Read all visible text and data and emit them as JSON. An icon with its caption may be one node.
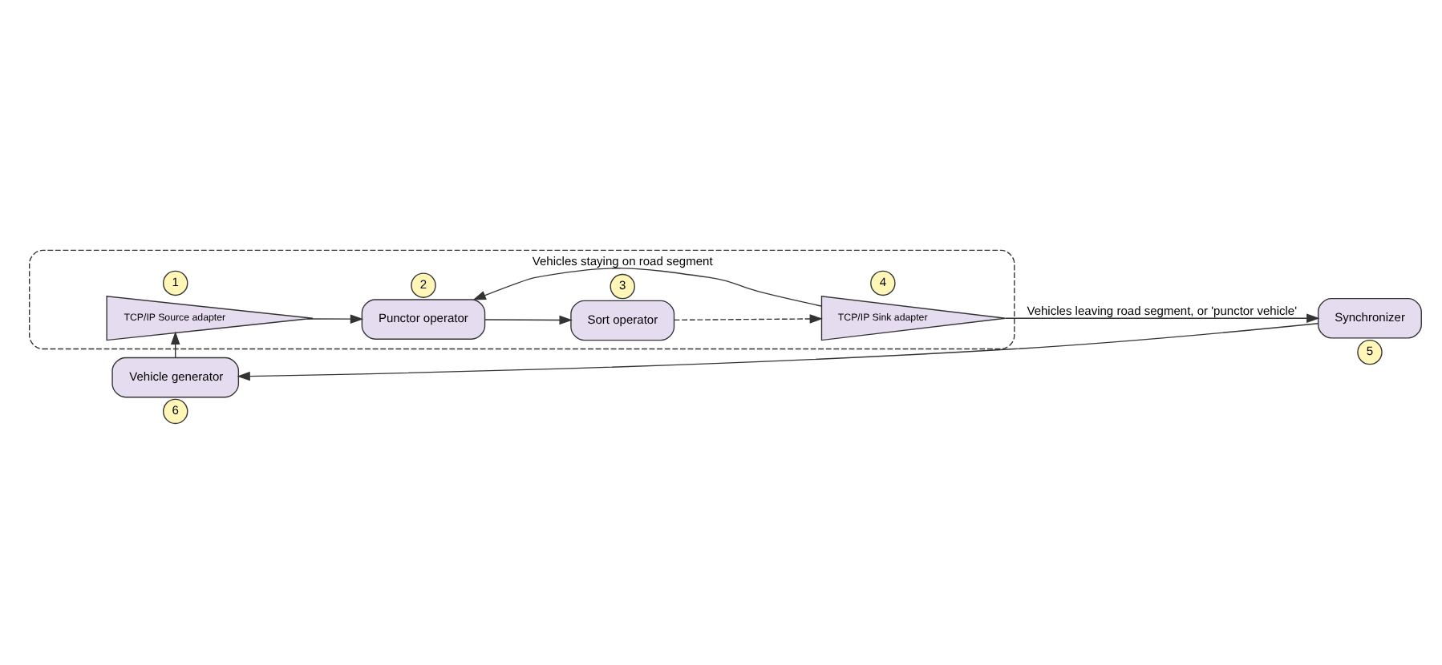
{
  "diagram": {
    "nodes": [
      {
        "text": [],
        "shape": "box"
      },
      {
        "text": [
          "TCP/IP Source adapter"
        ],
        "beside": [
          "1"
        ],
        "in": 0
      },
      {
        "text": [
          "Punctor operator"
        ],
        "beside": [
          "2"
        ],
        "in": 0
      },
      {
        "text": [
          "Sort operator"
        ],
        "beside": [
          "3"
        ],
        "in": 0
      },
      {
        "text": [
          "TCP/IP Sink adapter"
        ],
        "beside": [
          "4"
        ],
        "in": 0
      },
      {
        "text": [
          "Vehicle generator"
        ],
        "beside": [
          "6"
        ]
      },
      {
        "text": [
          "Synchronizer"
        ],
        "beside": [
          "5"
        ]
      }
    ],
    "edges": [
      {
        "from": 1,
        "to": 2,
        "arrow": "to"
      },
      {
        "from": 2,
        "to": 3,
        "arrow": "to"
      },
      {
        "from": 3,
        "to": 4,
        "arrow": "to",
        "style": "dashed"
      },
      {
        "from": 4,
        "to": 2,
        "arrow": "to",
        "label": "Vehicles staying on road segment"
      },
      {
        "from": 4,
        "to": 6,
        "arrow": "to",
        "label": "Vehicles leaving road segment, or 'punctor vehicle'"
      },
      {
        "from": 6,
        "to": 5,
        "arrow": "to"
      },
      {
        "from": 5,
        "to": 1,
        "arrow": "to"
      }
    ]
  }
}
